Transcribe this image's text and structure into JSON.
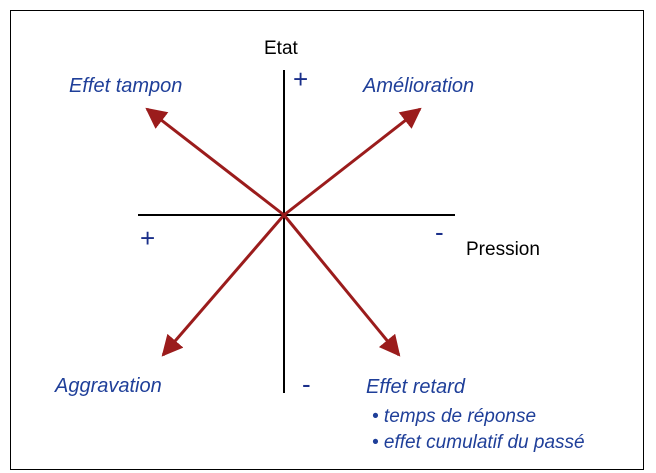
{
  "axes": {
    "vertical_label": "Etat",
    "horizontal_label": "Pression"
  },
  "signs": {
    "top": "+",
    "bottom": "-",
    "left": "+",
    "right": "-"
  },
  "quadrants": {
    "top_left": "Effet tampon",
    "top_right": "Amélioration",
    "bottom_left": "Aggravation",
    "bottom_right": "Effet retard"
  },
  "bottom_right_notes": [
    "• temps de réponse",
    "• effet cumulatif du passé"
  ],
  "colors": {
    "arrow": "#9b1c1c",
    "text": "#1f3f99",
    "axis": "#000000"
  }
}
